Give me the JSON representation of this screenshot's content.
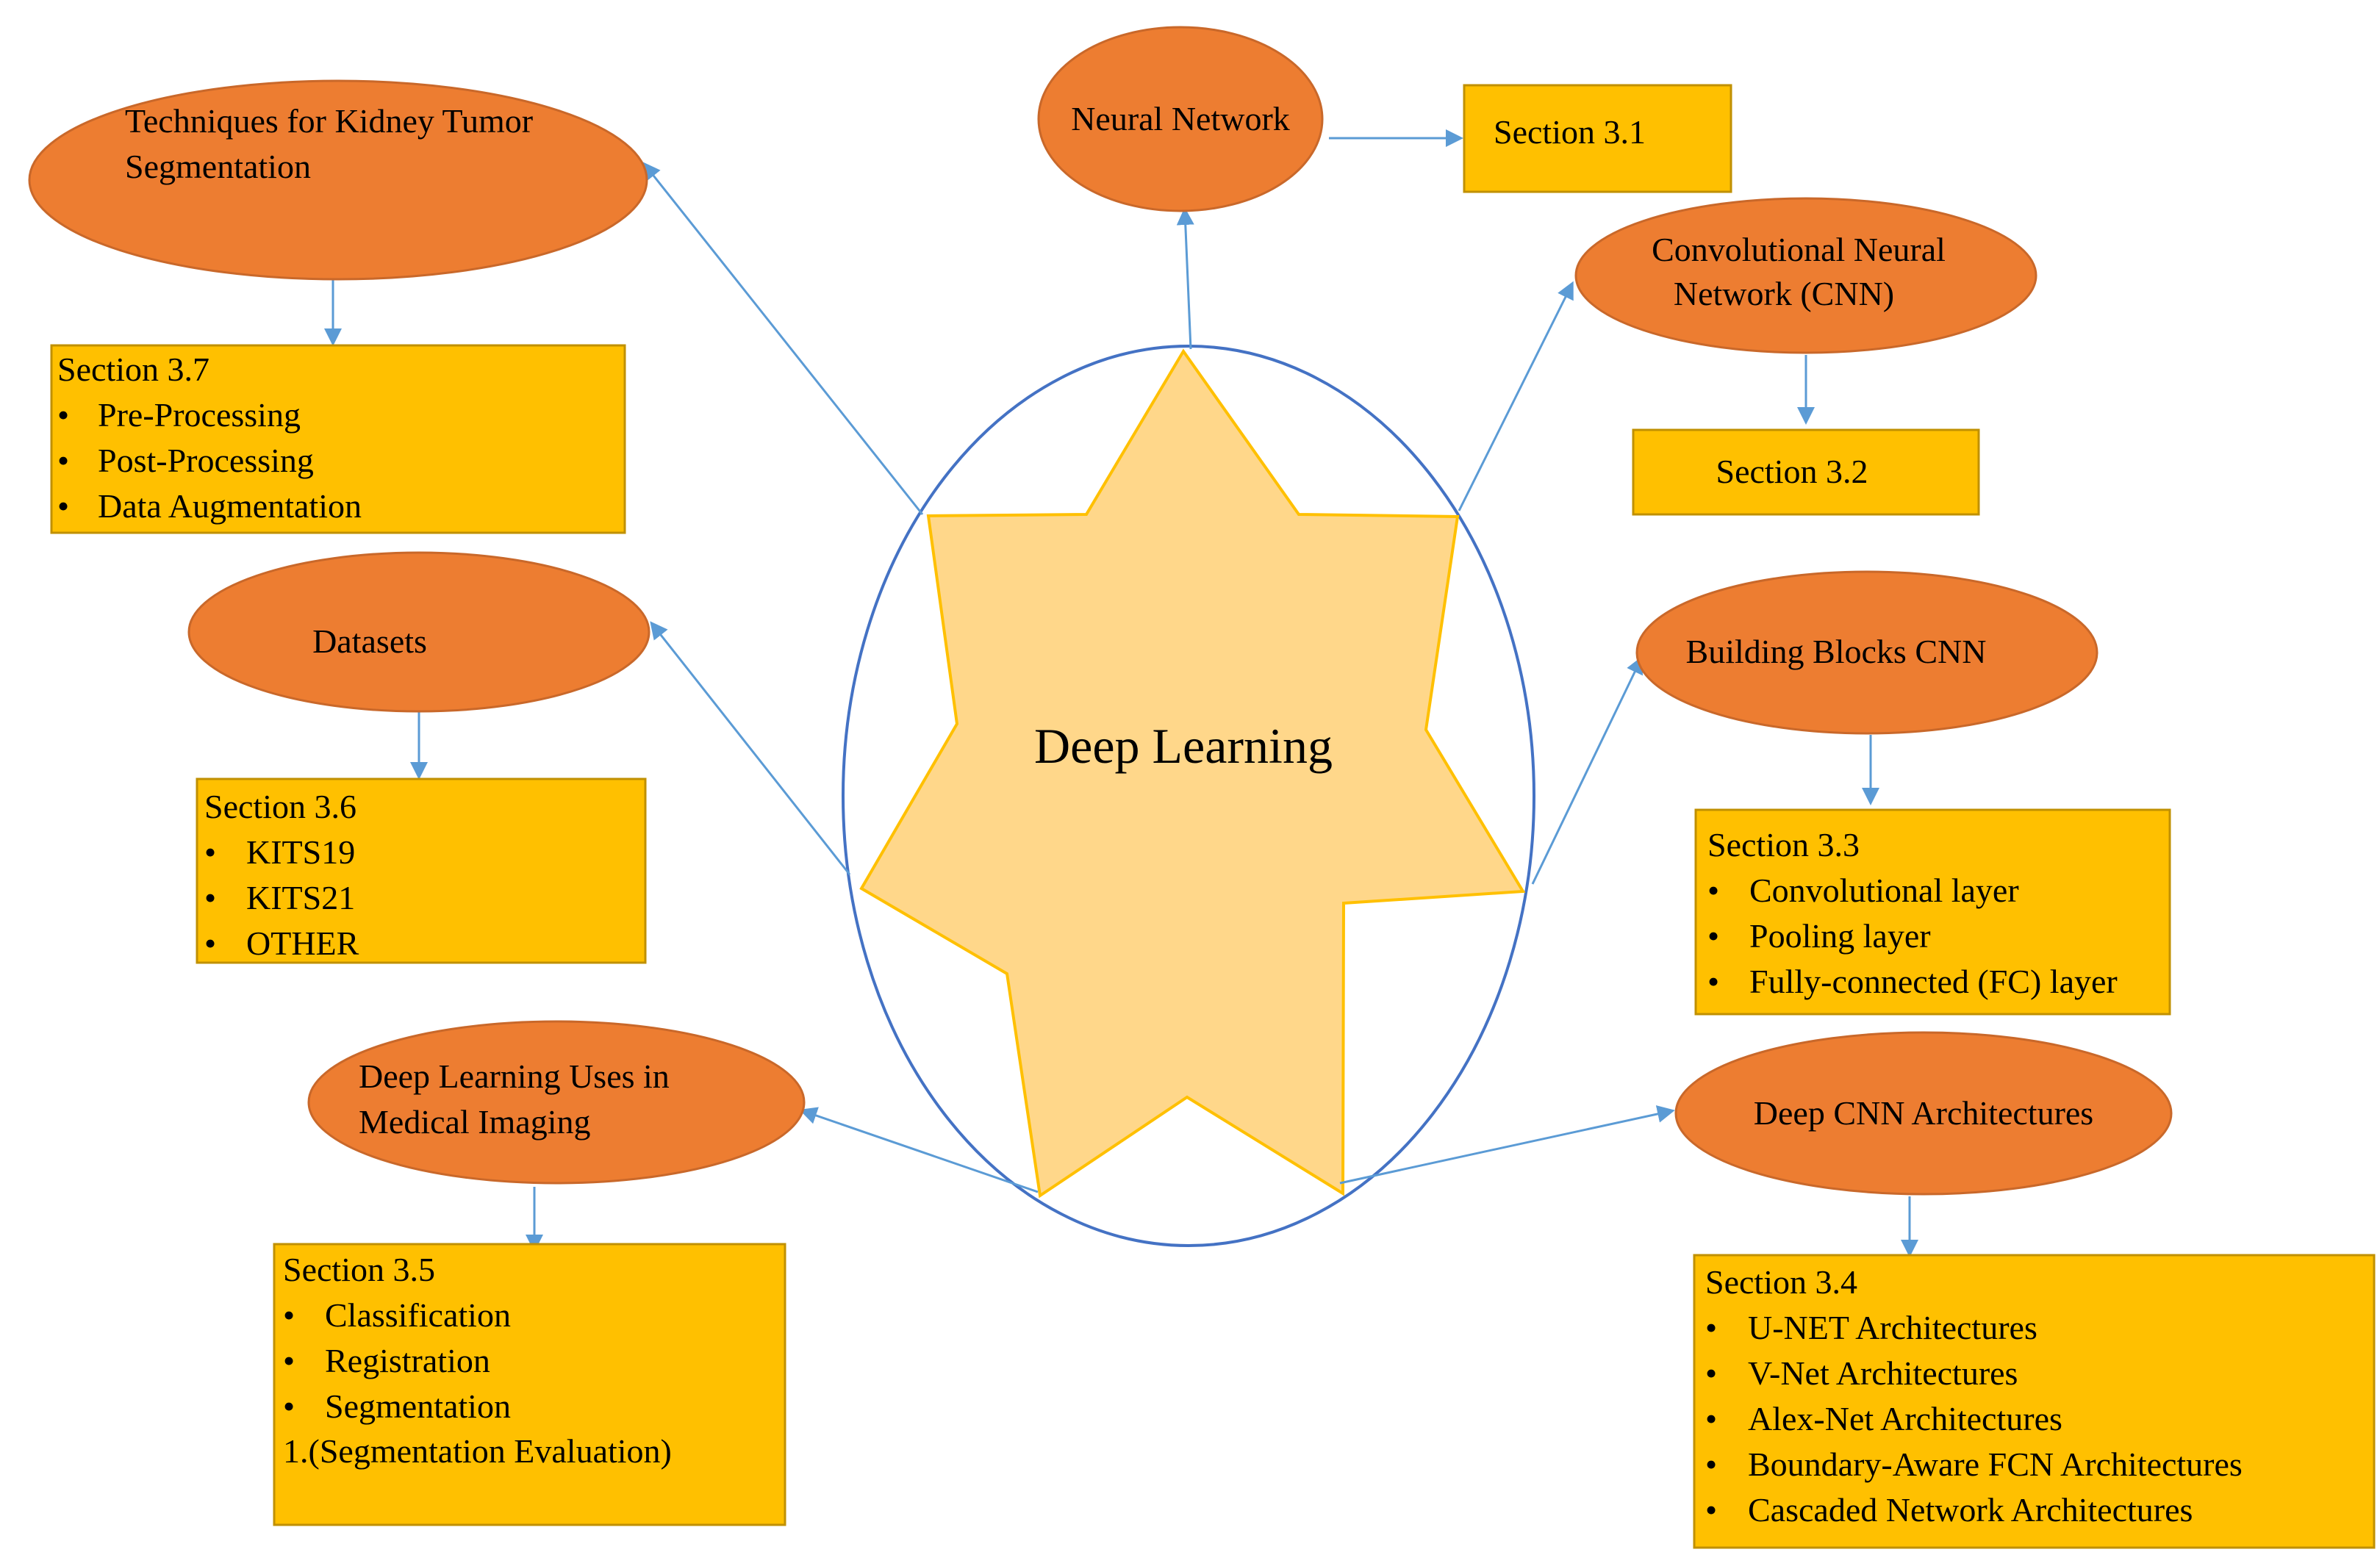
{
  "center": {
    "label": "Deep Learning"
  },
  "colors": {
    "ellipse_fill": "#ED7D31",
    "ellipse_stroke": "#C9682A",
    "box_fill": "#FFC000",
    "box_stroke": "#C09000",
    "arrow": "#5B9BD5",
    "circle_stroke": "#4472C4",
    "star_fill": "#FFD78A",
    "star_stroke": "#FFC000"
  },
  "nodes": {
    "neural_network": {
      "label": "Neural Network",
      "section": "Section 3.1"
    },
    "cnn": {
      "label_lines": [
        "Convolutional Neural",
        "Network (CNN)"
      ],
      "section": "Section 3.2"
    },
    "building_blocks": {
      "label": "Building Blocks CNN",
      "section": "Section 3.3",
      "items": [
        "Convolutional layer",
        "Pooling layer",
        "Fully-connected (FC) layer"
      ]
    },
    "deep_cnn": {
      "label": "Deep CNN Architectures",
      "section": "Section 3.4",
      "items": [
        "U-NET Architectures",
        "V-Net Architectures",
        "Alex-Net Architectures",
        "Boundary-Aware FCN Architectures",
        "Cascaded Network Architectures"
      ]
    },
    "medical_imaging": {
      "label_lines": [
        "Deep Learning Uses in",
        "Medical Imaging"
      ],
      "section": "Section 3.5",
      "items": [
        "Classification",
        "Registration",
        "Segmentation"
      ],
      "note": "1.(Segmentation Evaluation)"
    },
    "datasets": {
      "label": "Datasets",
      "section": "Section 3.6",
      "items": [
        "KITS19",
        "KITS21",
        "OTHER"
      ]
    },
    "techniques": {
      "label_lines": [
        "Techniques for Kidney Tumor",
        "Segmentation"
      ],
      "section": "Section 3.7",
      "items": [
        "Pre-Processing",
        "Post-Processing",
        "Data Augmentation"
      ]
    }
  }
}
